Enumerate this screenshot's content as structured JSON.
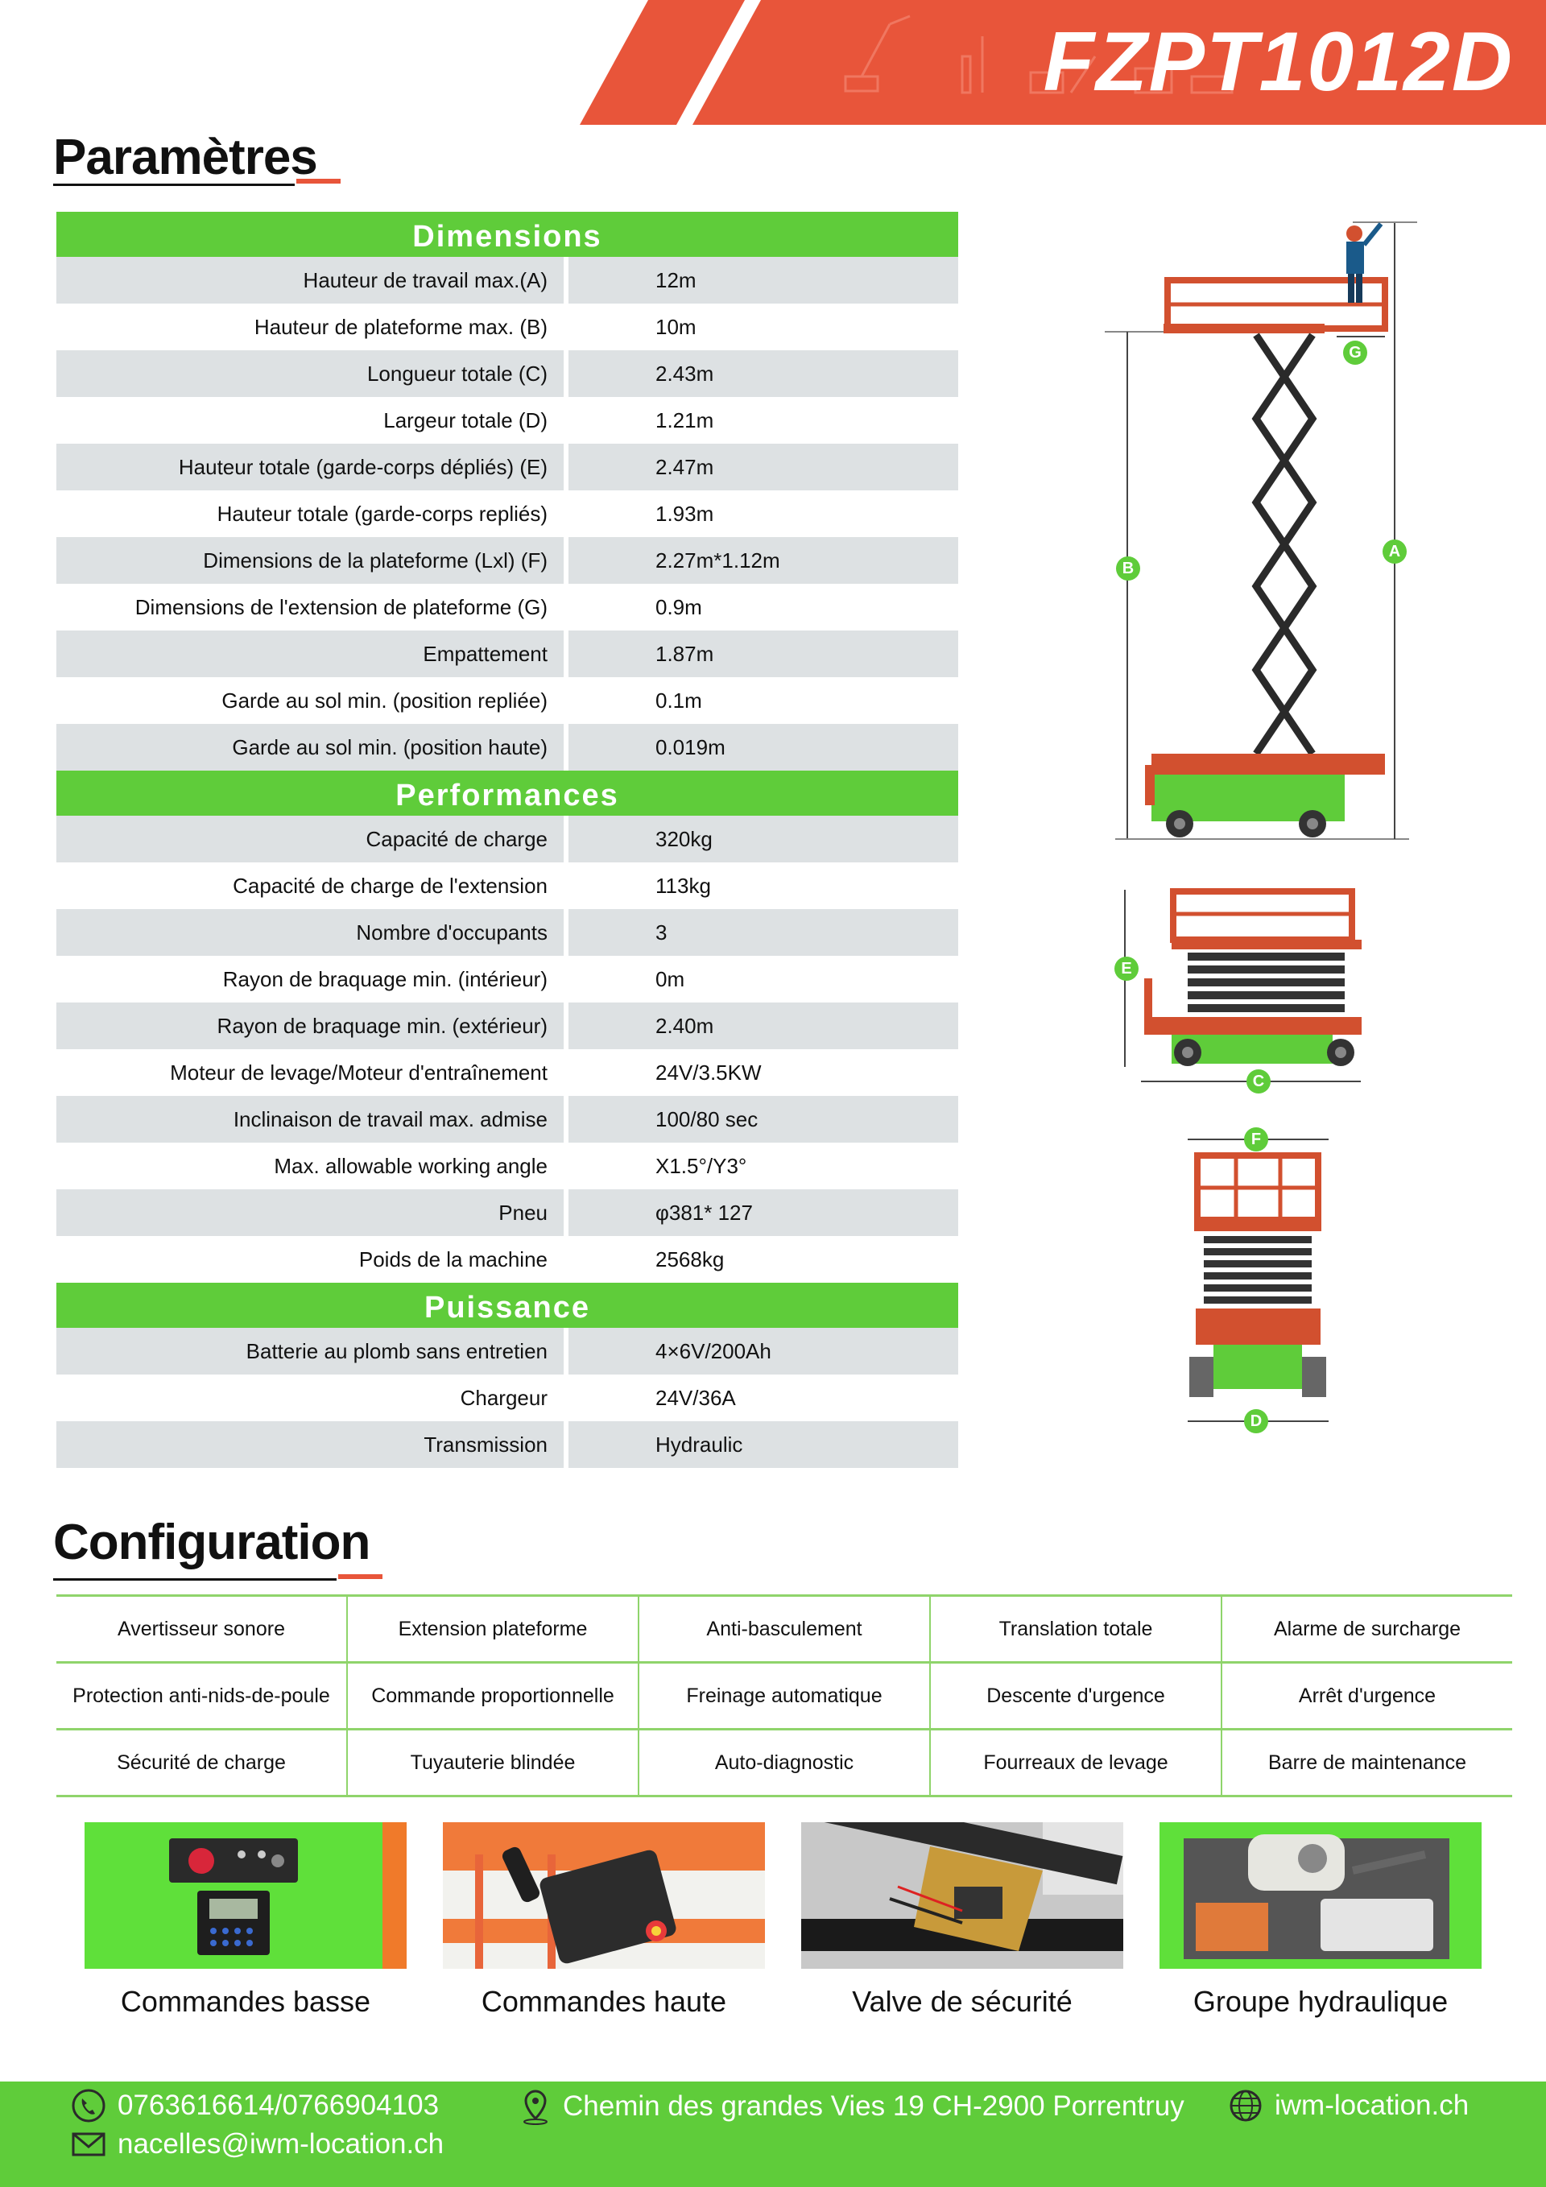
{
  "header": {
    "model": "FZPT1012D"
  },
  "params_title": "Paramètres",
  "groups": {
    "dimensions": {
      "title": "Dimensions",
      "rows": [
        {
          "label": "Hauteur de travail max.(A)",
          "value": "12m"
        },
        {
          "label": "Hauteur de plateforme max. (B)",
          "value": "10m"
        },
        {
          "label": "Longueur totale (C)",
          "value": "2.43m"
        },
        {
          "label": "Largeur totale (D)",
          "value": "1.21m"
        },
        {
          "label": "Hauteur totale (garde-corps dépliés) (E)",
          "value": "2.47m"
        },
        {
          "label": "Hauteur totale (garde-corps repliés)",
          "value": "1.93m"
        },
        {
          "label": "Dimensions de la plateforme (Lxl) (F)",
          "value": "2.27m*1.12m"
        },
        {
          "label": "Dimensions de l'extension de plateforme (G)",
          "value": "0.9m"
        },
        {
          "label": "Empattement",
          "value": "1.87m"
        },
        {
          "label": "Garde au sol min. (position repliée)",
          "value": "0.1m"
        },
        {
          "label": "Garde au sol min. (position haute)",
          "value": "0.019m"
        }
      ]
    },
    "performances": {
      "title": "Performances",
      "rows": [
        {
          "label": "Capacité de charge",
          "value": "320kg"
        },
        {
          "label": "Capacité de charge de l'extension",
          "value": "113kg"
        },
        {
          "label": "Nombre d'occupants",
          "value": "3"
        },
        {
          "label": "Rayon de braquage min. (intérieur)",
          "value": "0m"
        },
        {
          "label": "Rayon de braquage min. (extérieur)",
          "value": "2.40m"
        },
        {
          "label": "Moteur de levage/Moteur d'entraînement",
          "value": "24V/3.5KW"
        },
        {
          "label": "Inclinaison de travail max. admise",
          "value": "100/80 sec"
        },
        {
          "label": "Max. allowable working angle",
          "value": "X1.5°/Y3°"
        },
        {
          "label": "Pneu",
          "value": "φ381* 127"
        },
        {
          "label": "Poids de la machine",
          "value": "2568kg"
        }
      ]
    },
    "puissance": {
      "title": "Puissance",
      "rows": [
        {
          "label": "Batterie au plomb sans entretien",
          "value": "4×6V/200Ah"
        },
        {
          "label": "Chargeur",
          "value": "24V/36A"
        },
        {
          "label": "Transmission",
          "value": "Hydraulic"
        }
      ]
    }
  },
  "diagram_labels": {
    "a": "A",
    "b": "B",
    "c": "C",
    "d": "D",
    "e": "E",
    "f": "F",
    "g": "G"
  },
  "config_title": "Configuration",
  "config": [
    [
      "Avertisseur sonore",
      "Extension plateforme",
      "Anti-basculement",
      "Translation totale",
      "Alarme de surcharge"
    ],
    [
      "Protection anti-nids-de-poule",
      "Commande proportionnelle",
      "Freinage automatique",
      "Descente d'urgence",
      "Arrêt d'urgence"
    ],
    [
      "Sécurité de charge",
      "Tuyauterie blindée",
      "Auto-diagnostic",
      "Fourreaux de levage",
      "Barre de maintenance"
    ]
  ],
  "photos": [
    {
      "caption": "Commandes basse"
    },
    {
      "caption": "Commandes haute"
    },
    {
      "caption": "Valve de sécurité"
    },
    {
      "caption": "Groupe hydraulique"
    }
  ],
  "footer": {
    "phone": "0763616614/0766904103",
    "address": "Chemin des grandes Vies 19 CH-2900 Porrentruy",
    "web": "iwm-location.ch",
    "email": "nacelles@iwm-location.ch"
  },
  "colors": {
    "accent_green": "#5fcc3a",
    "accent_orange": "#e8553a",
    "row_shade": "#dde1e3"
  }
}
